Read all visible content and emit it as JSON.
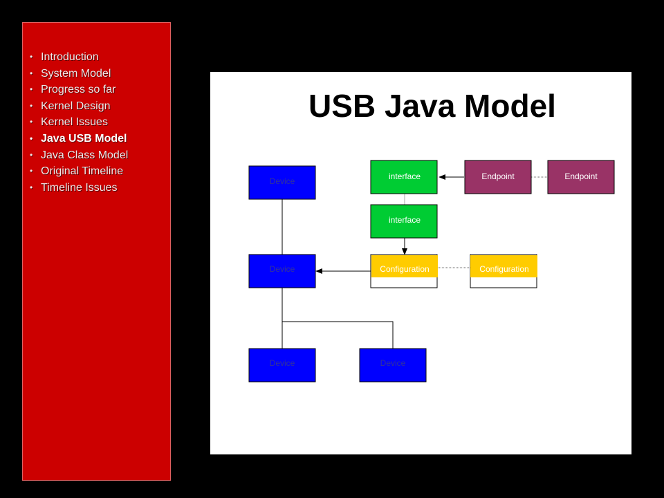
{
  "nav": {
    "items": [
      "Introduction",
      "System Model",
      "Progress so far",
      "Kernel Design",
      "Kernel Issues",
      "Java USB Model",
      "Java Class Model",
      "Original Timeline",
      "Timeline Issues"
    ],
    "active_index": 5
  },
  "slide": {
    "title": "USB Java Model"
  },
  "diagram": {
    "colors": {
      "device": "#0000ff",
      "interface": "#00cc33",
      "endpoint": "#993366",
      "configuration": "#ffcc00"
    },
    "labels": {
      "device_1": "Device",
      "device_2": "Device",
      "device_3": "Device",
      "device_4": "Device",
      "interface_1": "interface",
      "interface_2": "interface",
      "endpoint_1": "Endpoint",
      "endpoint_2": "Endpoint",
      "configuration_1": "Configuration",
      "configuration_2": "Configuration"
    }
  }
}
